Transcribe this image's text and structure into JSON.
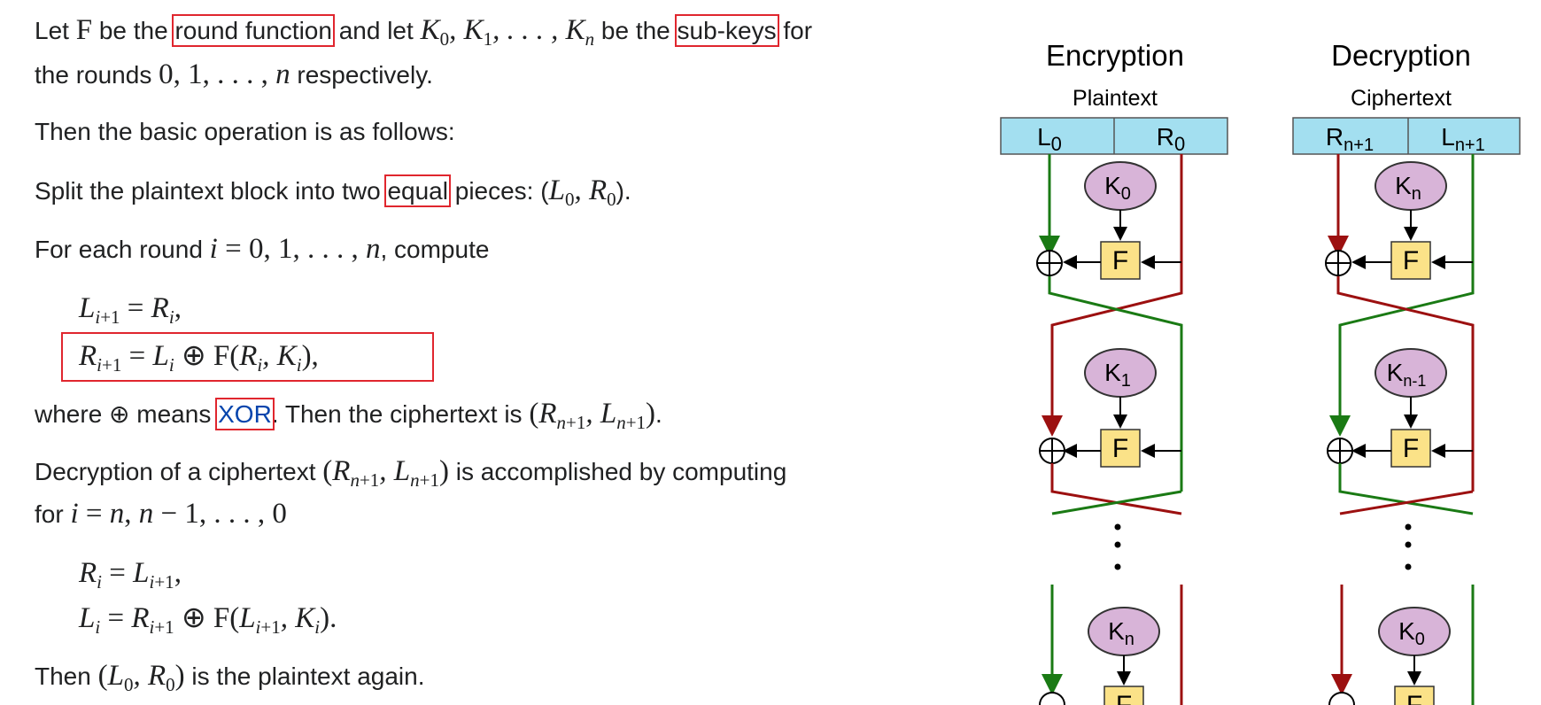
{
  "article": {
    "p1_a": "Let ",
    "p1_b": " be the ",
    "link_round_function": "round function",
    "p1_c": " and let ",
    "p1_d": " be the ",
    "link_subkeys": "sub-keys",
    "p1_e": " for",
    "p1_line2_a": "the rounds ",
    "p1_line2_b": " respectively.",
    "p2": "Then the basic operation is as follows:",
    "p3_a": "Split the plaintext block into two ",
    "link_equal": "equal",
    "p3_b": " pieces: (",
    "p3_c": ").",
    "p4_a": "For each round ",
    "p4_b": ", compute",
    "p5_a": "where ⊕ means ",
    "link_xor": "XOR",
    "p5_b": ". Then the ciphertext is ",
    "p5_c": ".",
    "p6_a": "Decryption of a ciphertext ",
    "p6_b": " is accomplished by computing",
    "p6_line2": "for ",
    "p7_a": "Then ",
    "p7_b": " is the plaintext again."
  },
  "diagram": {
    "encryption_title": "Encryption",
    "decryption_title": "Decryption",
    "plaintext_label": "Plaintext",
    "ciphertext_label": "Ciphertext",
    "f_label": "F",
    "colors": {
      "box_fill": "#a3dff0",
      "key_fill": "#d8b4d8",
      "f_fill": "#fbe288",
      "green": "#1a7a14",
      "red": "#9c1010"
    }
  }
}
